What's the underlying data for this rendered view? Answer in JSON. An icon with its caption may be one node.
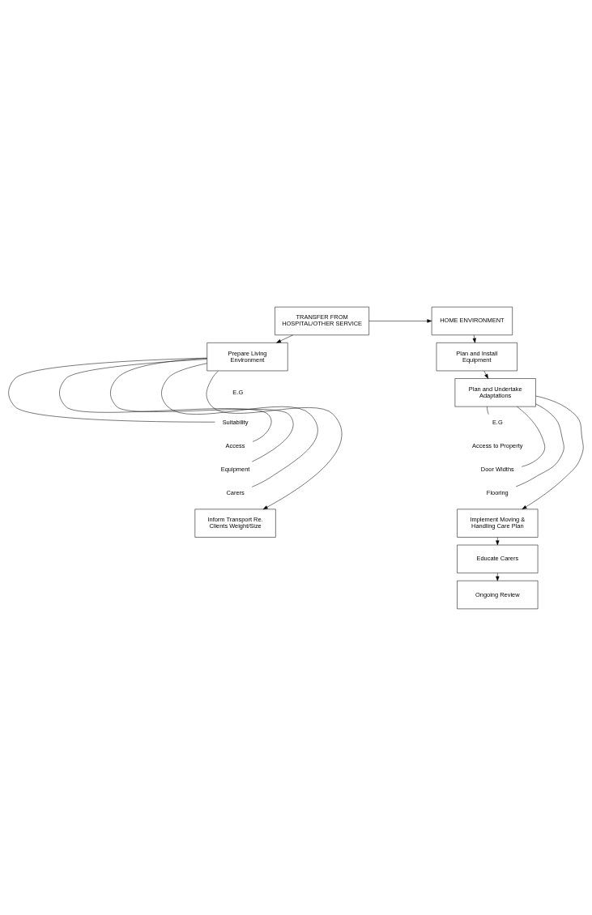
{
  "diagram": {
    "nodes": [
      {
        "text": [
          "TRANSFER FROM HOSPITAL/OTHER SERVICE"
        ]
      },
      {
        "text": [
          "HOME ENVIRONMENT"
        ]
      },
      {
        "text": [
          "Prepare Living Environment"
        ]
      },
      {
        "text": [
          "Suitability"
        ]
      },
      {
        "text": [
          "Access"
        ]
      },
      {
        "text": [
          "Equipment"
        ]
      },
      {
        "text": [
          "Carers"
        ]
      },
      {
        "text": [
          "Inform Transport Re. Clients Weight/Size"
        ]
      },
      {
        "text": [
          "Plan and Install Equipment"
        ]
      },
      {
        "text": [
          "Plan and Undertake Adaptations"
        ]
      },
      {
        "text": [
          "E.G"
        ]
      },
      {
        "text": [
          "Door Widths"
        ]
      },
      {
        "text": [
          "Flooring"
        ]
      },
      {
        "text": [
          "Implement Moving & Handling Care Plan"
        ]
      },
      {
        "text": [
          "Educate Carers"
        ]
      },
      {
        "text": [
          "Ongoing Review"
        ]
      }
    ],
    "edges": [
      {
        "from": 0,
        "to": 1,
        "arrow": "to"
      },
      {
        "from": 0,
        "to": 2,
        "arrow": "to"
      },
      {
        "from": 2,
        "to": 3,
        "arrow": "none"
      },
      {
        "from": 2,
        "to": 4,
        "arrow": "none"
      },
      {
        "from": 2,
        "to": 5,
        "arrow": "none"
      },
      {
        "from": 2,
        "to": 6,
        "arrow": "none"
      },
      {
        "from": 2,
        "to": 7,
        "arrow": "to"
      },
      {
        "from": 1,
        "to": 8,
        "arrow": "to"
      },
      {
        "from": 8,
        "to": 9,
        "arrow": "to"
      },
      {
        "from": 9,
        "to": 10,
        "arrow": "none"
      },
      {
        "from": 9,
        "to": 11,
        "arrow": "none"
      },
      {
        "from": 9,
        "to": 12,
        "arrow": "none"
      },
      {
        "from": 9,
        "to": 13,
        "arrow": "to"
      },
      {
        "from": 13,
        "to": 14,
        "arrow": "to"
      },
      {
        "from": 14,
        "to": 15,
        "arrow": "to"
      }
    ],
    "labels": [
      "E.G",
      "Access to Property"
    ]
  }
}
